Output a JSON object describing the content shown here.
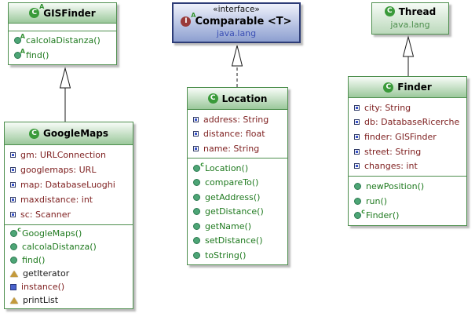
{
  "colors": {
    "class_border": "#4e8f4e",
    "green_header_top": "#f8fcf8",
    "green_header_bottom": "#9bc89b",
    "interface_border": "#2d3c77",
    "blue_header_top": "#eef1fb",
    "blue_header_bottom": "#8d9fd0",
    "field_text": "#7f2121",
    "method_text": "#1f7a1f",
    "member_text_dark": "#1a1a1a",
    "package_text_green": "#4e8f4e",
    "package_text_blue": "#3a4fb5",
    "icon_green": "#3a9a3a",
    "icon_maroon": "#9a3a3a",
    "method_icon_fill": "#4da576",
    "field_icon_blue": "#3a55cc",
    "triangle_icon": "#c49a3c",
    "square_icon": "#4a63cc"
  },
  "classes": {
    "gisfinder": {
      "title": "GISFinder",
      "methods": [
        "calcolaDistanza()",
        "find()"
      ]
    },
    "comparable": {
      "stereotype": "«interface»",
      "title": "Comparable <T>",
      "package": "java.lang"
    },
    "thread": {
      "title": "Thread",
      "package": "java.lang"
    },
    "googlemaps": {
      "title": "GoogleMaps",
      "fields": [
        "gm: URLConnection",
        "googlemaps: URL",
        "map: DatabaseLuoghi",
        "maxdistance: int",
        "sc: Scanner"
      ],
      "methods": [
        "GoogleMaps()",
        "calcolaDistanza()",
        "find()",
        "getIterator",
        "instance()",
        "printList"
      ]
    },
    "location": {
      "title": "Location",
      "fields": [
        "address: String",
        "distance: float",
        "name: String"
      ],
      "methods": [
        "Location()",
        "compareTo()",
        "getAddress()",
        "getDistance()",
        "getName()",
        "setDistance()",
        "toString()"
      ]
    },
    "finder": {
      "title": "Finder",
      "fields": [
        "city: String",
        "db: DatabaseRicerche",
        "finder: GISFinder",
        "street: String",
        "changes: int"
      ],
      "methods": [
        "newPosition()",
        "run()",
        "Finder()"
      ]
    }
  }
}
